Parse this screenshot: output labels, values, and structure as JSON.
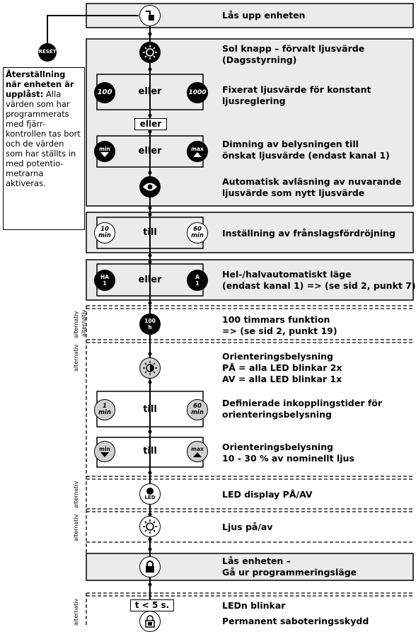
{
  "reset": {
    "label": "RESET",
    "heading": "Återställning när enheten är upplåst:",
    "body": "Alla värden som har programmerats med fjärr-kontrollen tas bort och de värden som har ställts in med potentio-metrarna aktiveras."
  },
  "steps": {
    "unlock": "Lås upp enheten",
    "sun": "Sol knapp – förvalt ljusvärde",
    "sun2": "(Dagsstyrning)",
    "fixed": "Fixerat ljusvärde för konstant",
    "fixed2": "ljusreglering",
    "dim": "Dimning av belysningen till",
    "dim2": "önskat ljusvärde (endast kanal 1)",
    "auto": "Automatisk avläsning av nuvarande",
    "auto2": "ljusvärde som nytt ljusvärde",
    "delay": "Inställning av frånslagsfördröjning",
    "ha": "Hel-/halvautomatiskt läge",
    "ha2": "(endast kanal 1) => (se sid 2, punkt 7)",
    "h100": "100 timmars funktion",
    "h100b": "=> (se sid 2, punkt 19)",
    "orient": "Orienteringsbelysning",
    "orient2": "PÅ  = alla LED blinkar 2x",
    "orient3": "AV = alla LED blinkar 1x",
    "define": "Definierade inkopplingstider för",
    "define2": "orienteringsbelysning",
    "orientl": "Orienteringsbelysning",
    "orientl2": "10 - 30 % av nominellt ljus",
    "led": "LED display PÅ/AV",
    "light": "Ljus på/av",
    "lock": "Lås enheten –",
    "lock2": "Gå ur programmeringsläge",
    "blink": "LEDn blinkar",
    "tamper": "Permanent saboteringsskydd"
  },
  "connectors": {
    "eller": "eller",
    "till": "till",
    "eller_box": "eller",
    "t5": "t < 5 s."
  },
  "side_label": "alternativ",
  "circles": {
    "v100": "100",
    "v1000": "1000",
    "min": "min",
    "max": "max",
    "m10": "10",
    "m60": "60",
    "m1": "1",
    "unit_min": "min",
    "ha": "HA",
    "a": "A",
    "one": "1",
    "h100": "100",
    "h": "h",
    "led": "LED"
  }
}
